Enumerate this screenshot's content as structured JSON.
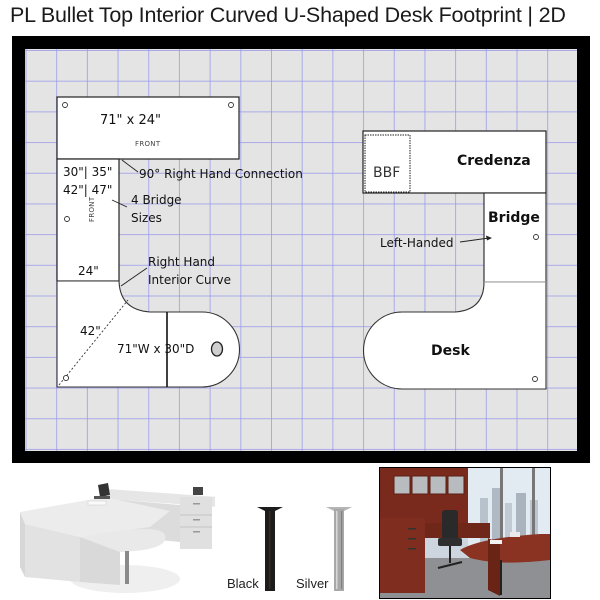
{
  "header": {
    "title": "PL Bullet Top Interior Curved U-Shaped Desk Footprint | 2D"
  },
  "plan": {
    "colors": {
      "frame": "#000000",
      "background": "#e4e4e4",
      "grid": "#9696eb",
      "piece_fill": "#ffffff",
      "outline": "#333333"
    },
    "left_unit": {
      "hutch_top": {
        "dimension": "71\" x  24\"",
        "front_label": "FRONT"
      },
      "bridge": {
        "sizes_line1": "30\"| 35\"",
        "sizes_line2": "42\"| 47\"",
        "front_label": "FRONT",
        "width": "24\""
      },
      "desk": {
        "corner_depth": "42\"",
        "dimension": "71\"W x 30\"D"
      },
      "annotations": {
        "connection": "90° Right Hand Connection",
        "bridge_sizes_line1": "4 Bridge",
        "bridge_sizes_line2": "Sizes",
        "curve_line1": "Right Hand",
        "curve_line2": "Interior Curve"
      }
    },
    "right_unit": {
      "credenza": {
        "label": "Credenza",
        "pedestal": "BBF"
      },
      "bridge": {
        "label": "Bridge",
        "handedness": "Left-Handed"
      },
      "desk": {
        "label": "Desk"
      }
    }
  },
  "products": {
    "desk_photo": {
      "alt": "white u-shaped bullet desk"
    },
    "leg_options": [
      {
        "label": "Black",
        "color": "#1c1c1c"
      },
      {
        "label": "Silver",
        "color": "#a8a8a8"
      }
    ],
    "room_photo": {
      "alt": "cherry u-shaped desk in office"
    }
  }
}
